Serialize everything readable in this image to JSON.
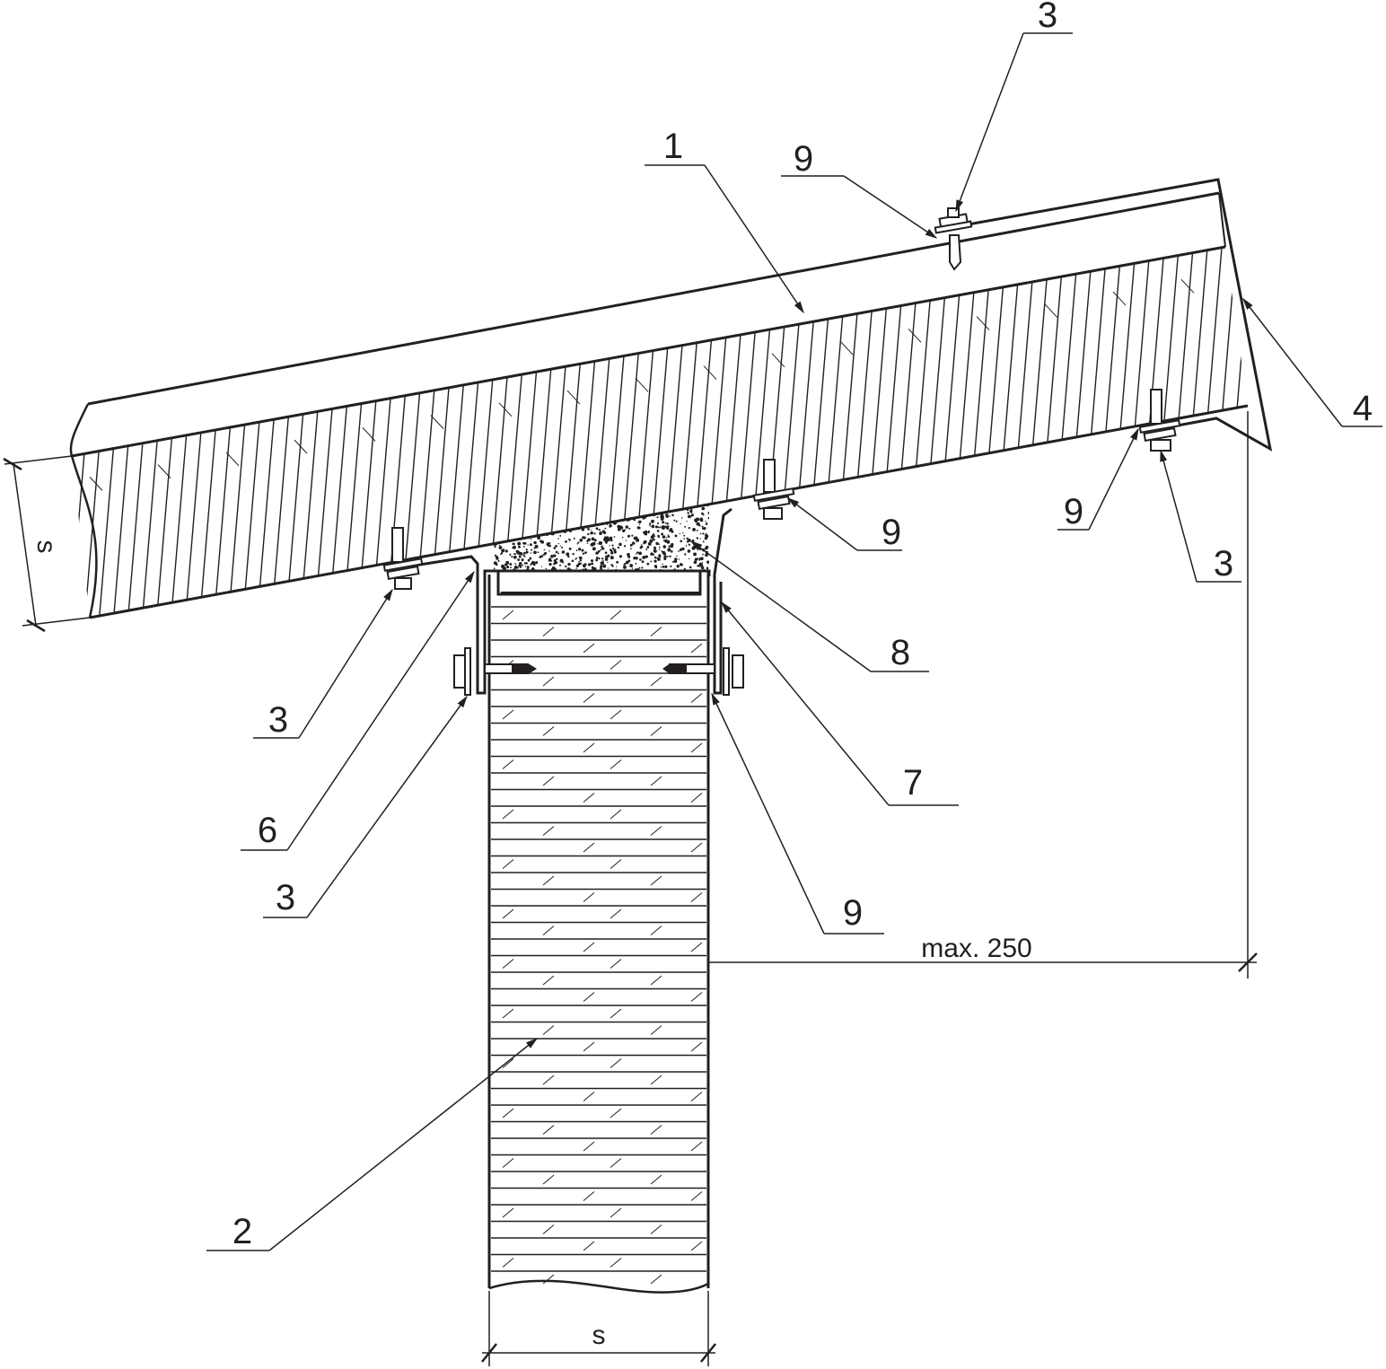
{
  "callouts": {
    "panel_roof": "1",
    "panel_wall": "2",
    "fastener_top": "3",
    "flashing_ridge": "4",
    "washer_top": "9",
    "washer_mid": "9",
    "washer_right": "9",
    "fastener_right": "3",
    "filler_foam": "8",
    "flashing_inner": "7",
    "washer_wall": "9",
    "fastener_left": "3",
    "flashing_outer": "6",
    "fastener_wall": "3"
  },
  "dimensions": {
    "roof_thickness": "s",
    "wall_thickness": "s",
    "overhang": "max. 250"
  },
  "colors": {
    "line": "#231f20",
    "background": "#ffffff"
  }
}
